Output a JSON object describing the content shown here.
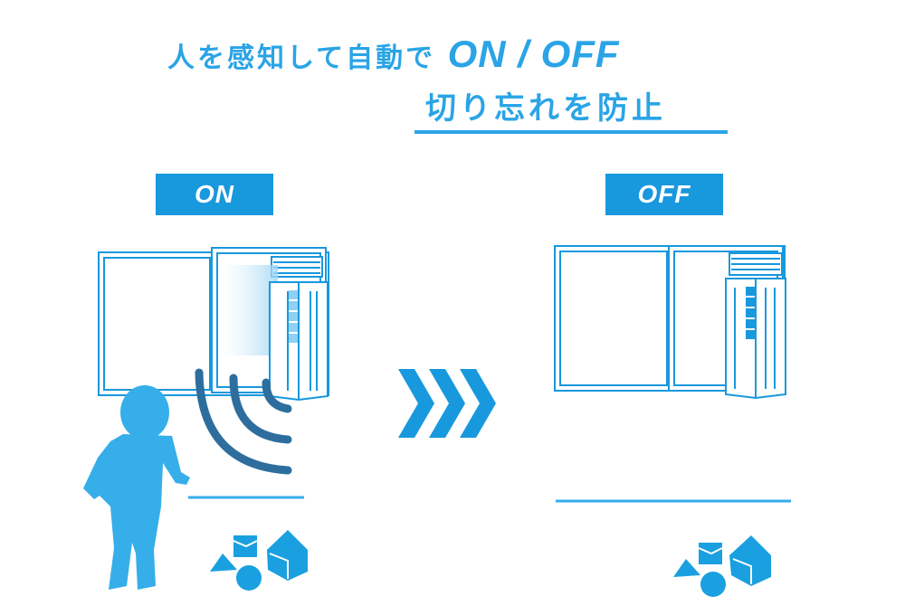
{
  "headline": {
    "line1_text": "人を感知して自動で",
    "line1_emphasis": "ON / OFF",
    "line2": "切り忘れを防止"
  },
  "states": {
    "on_label": "ON",
    "off_label": "OFF"
  },
  "colors": {
    "accent": "#2aa4e6",
    "label_bg": "#1898dd",
    "window_frame": "#1898dd",
    "signal": "#2e6e9e",
    "child": "#35aeea",
    "toys": "#1aa0e0"
  },
  "icons": {
    "arrow": "triple-chevron-right-icon",
    "person": "child-silhouette-icon",
    "signal": "sensor-wave-icon",
    "toys": "toy-blocks-icon"
  }
}
